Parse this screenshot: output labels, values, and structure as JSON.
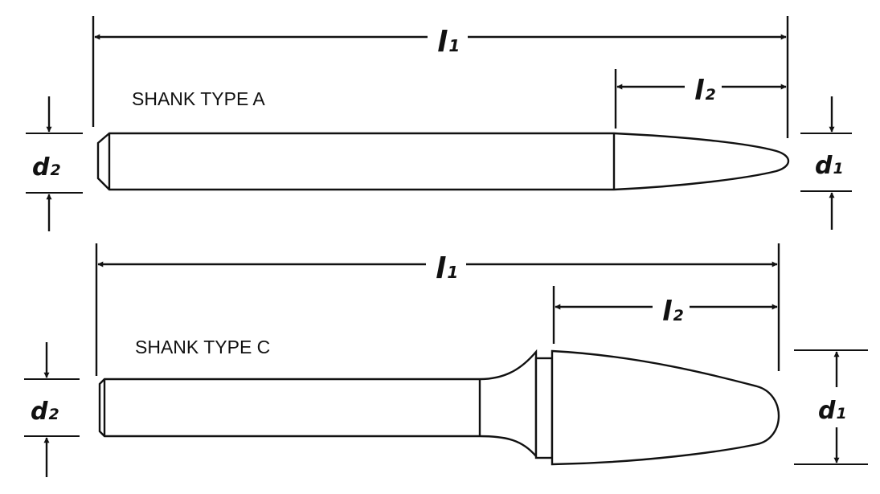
{
  "figure_a": {
    "caption": "SHANK TYPE A",
    "l1": {
      "main": "l",
      "sub": "1"
    },
    "l2": {
      "main": "l",
      "sub": "2"
    },
    "d1": {
      "main": "d",
      "sub": "1"
    },
    "d2": {
      "main": "d",
      "sub": "2"
    }
  },
  "figure_c": {
    "caption": "SHANK TYPE C",
    "l1": {
      "main": "l",
      "sub": "1"
    },
    "l2": {
      "main": "l",
      "sub": "2"
    },
    "d1": {
      "main": "d",
      "sub": "1"
    },
    "d2": {
      "main": "d",
      "sub": "2"
    }
  },
  "colors": {
    "line": "#111111",
    "background": "#ffffff"
  }
}
